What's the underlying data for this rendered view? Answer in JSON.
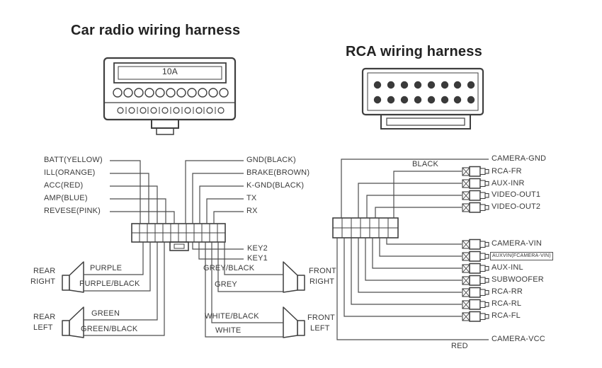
{
  "titles": {
    "left": "Car radio wiring harness",
    "right": "RCA wiring harness"
  },
  "radio_connector": {
    "fuse_label": "10A"
  },
  "left_wires": [
    "BATT(YELLOW)",
    "ILL(ORANGE)",
    "ACC(RED)",
    "AMP(BLUE)",
    "REVESE(PINK)"
  ],
  "middle_wires": [
    "GND(BLACK)",
    "BRAKE(BROWN)",
    "K-GND(BLACK)",
    "TX",
    "RX"
  ],
  "key_wires": [
    "KEY2",
    "KEY1"
  ],
  "speakers": {
    "rear_right": {
      "line1": "REAR",
      "line2": "RIGHT",
      "wire_top": "PURPLE",
      "wire_bottom": "PURPLE/BLACK"
    },
    "rear_left": {
      "line1": "REAR",
      "line2": "LEFT",
      "wire_top": "GREEN",
      "wire_bottom": "GREEN/BLACK"
    },
    "front_right": {
      "line1": "FRONT",
      "line2": "RIGHT",
      "wire_top": "GREY/BLACK",
      "wire_bottom": "GREY"
    },
    "front_left": {
      "line1": "FRONT",
      "line2": "LEFT",
      "wire_top": "WHITE/BLACK",
      "wire_bottom": "WHITE"
    }
  },
  "rca": {
    "wire_color_top": "BLACK",
    "wire_color_bottom": "RED",
    "top_label": "CAMERA-GND",
    "bottom_label": "CAMERA-VCC",
    "jacks_top": [
      "RCA-FR",
      "AUX-INR",
      "VIDEO-OUT1",
      "VIDEO-OUT2"
    ],
    "jacks_bottom": [
      "CAMERA-VIN",
      "AUXVIN(FCAMERA-VIN)",
      "AUX-INL",
      "SUBWOOFER",
      "RCA-RR",
      "RCA-RL",
      "RCA-FL"
    ]
  },
  "colors": {
    "line": "#4d4d4d",
    "outline": "#3f3f3f",
    "text": "#3a3a3a"
  }
}
